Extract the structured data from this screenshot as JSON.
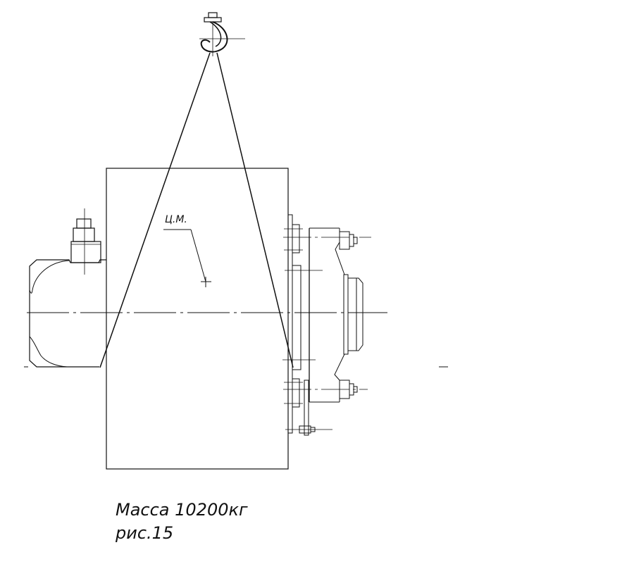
{
  "drawing": {
    "center_of_mass_label": "Ц.М.",
    "line_color": "#111111",
    "thin_line_color": "#333333"
  },
  "caption": {
    "mass": "Масса 10200кг",
    "figure": "рис.15"
  }
}
